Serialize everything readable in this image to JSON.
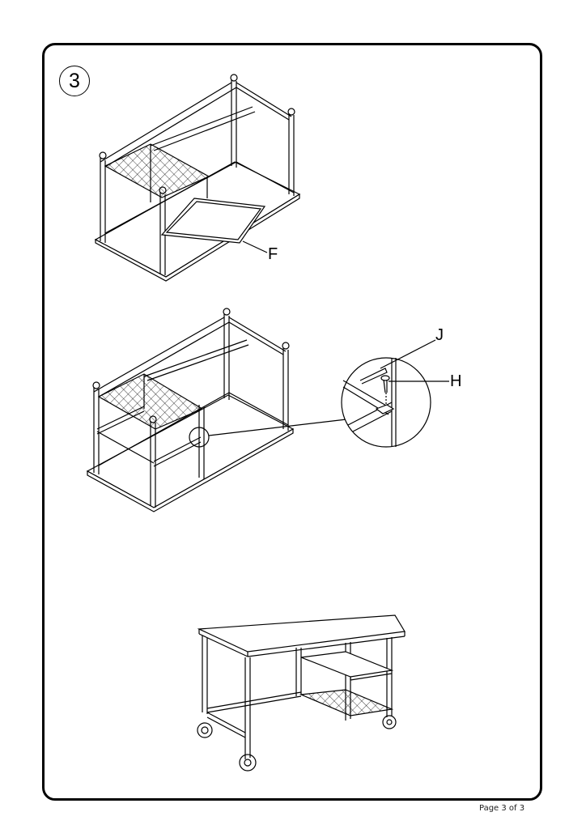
{
  "page": {
    "step_number": "3",
    "footer": "Page 3 of 3"
  },
  "figures": [
    {
      "id": "fig-1",
      "description": "Inverted desk frame with mesh shelf; panel F being inserted into the frame",
      "callouts": [
        {
          "label": "F",
          "target": "panel"
        }
      ]
    },
    {
      "id": "fig-2",
      "description": "Inverted desk frame with shelves installed; detail circle showing screw fastening",
      "callouts": [
        {
          "label": "J",
          "target": "allen-key"
        },
        {
          "label": "H",
          "target": "screw"
        }
      ]
    },
    {
      "id": "fig-3",
      "description": "Fully assembled desk upright on caster wheels with shelves and mesh bottom shelf",
      "callouts": []
    }
  ],
  "colors": {
    "line": "#000000",
    "background": "#ffffff"
  }
}
